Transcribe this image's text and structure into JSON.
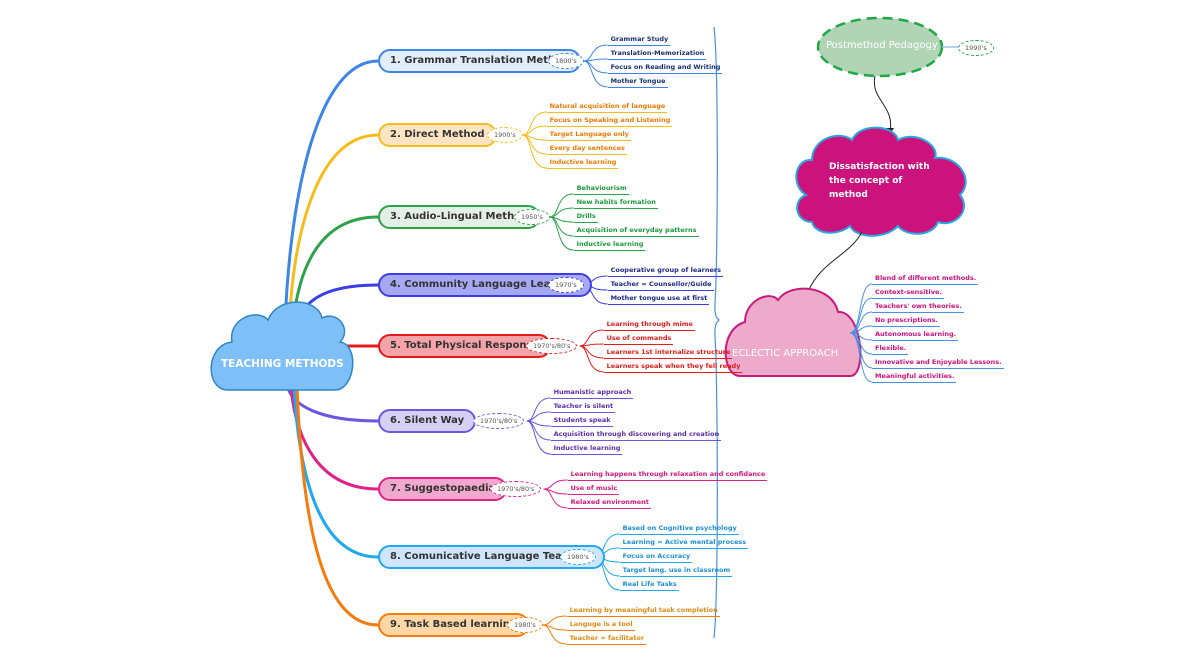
{
  "central": {
    "label": "TEACHING METHODS",
    "fill": "#7fbff8",
    "stroke": "#2f86c4"
  },
  "methods": [
    {
      "label": "1. Grammar Translation Method",
      "era": "1800's",
      "color": "#3d86e6",
      "fill": "#e3eefc",
      "items": [
        "Grammar Study",
        "Translation-Memorization",
        "Focus on Reading and Writing",
        "Mother Tongue"
      ],
      "item_color": "#1a2f6e"
    },
    {
      "label": "2. Direct Method",
      "era": "1900's",
      "color": "#f5bd1c",
      "fill": "#fde5c4",
      "items": [
        "Natural acquisition of language",
        "Focus on Speaking and Listening",
        "Target Language only",
        "Every day sentences",
        "Inductive learning"
      ],
      "item_color": "#f07a00"
    },
    {
      "label": "3. Audio-Lingual Method",
      "era": "1950's",
      "color": "#2ea24a",
      "fill": "#e4efe6",
      "items": [
        "Behaviourism",
        "New habits formation",
        "Drills",
        "Acquisition of everyday patterns",
        "Inductive learning"
      ],
      "item_color": "#1c9a3c"
    },
    {
      "label": "4. Community Language Learning",
      "era": "1970's",
      "color": "#3b3ee6",
      "fill": "#a6a8f4",
      "items": [
        "Cooperative group of learners",
        "Teacher = Counsellor/Guide",
        "Mother tongue use at first"
      ],
      "item_color": "#1d2a8a"
    },
    {
      "label": "5. Total Physical Response",
      "era": "1970's/80's",
      "color": "#e31b1b",
      "fill": "#f4a4a8",
      "items": [
        "Learning through mime",
        "Use of commands",
        "Learners 1st internalize structure",
        "Learners speak when they fell ready"
      ],
      "item_color": "#e31b1b"
    },
    {
      "label": "6. Silent Way",
      "era": "1970's/80's",
      "color": "#6c55e0",
      "fill": "#d5d0f4",
      "items": [
        "Humanistic approach",
        "Teacher is silent",
        "Students speak",
        "Acquisition through discovering and creation",
        "Inductive learning"
      ],
      "item_color": "#5b2ea8"
    },
    {
      "label": "7. Suggestopaedia",
      "era": "1970's/80's",
      "color": "#e0218a",
      "fill": "#f0a8cc",
      "items": [
        "Learning happens through relaxation and confidance",
        "Use of music",
        "Relaxed environment"
      ],
      "item_color": "#d4167a"
    },
    {
      "label": "8. Comunicative Language Teaching",
      "era": "1980's",
      "color": "#21a9ef",
      "fill": "#cfe5fb",
      "items": [
        "Based on Cognitive psychology",
        "Learning = Active mental process",
        "Focus on Accuracy",
        "Target lang. use in classroom",
        "Real Life Tasks"
      ],
      "item_color": "#1c8fd6"
    },
    {
      "label": "9. Task Based learning",
      "era": "1980's",
      "color": "#f57c0c",
      "fill": "#fdd7a6",
      "items": [
        "Learning by meaningful task completion",
        "Languge is a tool",
        "Teacher = facilitator"
      ],
      "item_color": "#e08a10"
    }
  ],
  "postmethod": {
    "label": "Postmethod Pedagogy",
    "era": "1990's",
    "fill": "#b0d4b4",
    "stroke": "#1fa845"
  },
  "dissatisfaction": {
    "lines": [
      "Dissatisfaction with",
      "the concept of",
      "method"
    ],
    "fill": "#cc127d",
    "stroke": "#29a8e0"
  },
  "eclectic": {
    "label": "ECLECTIC APPROACH",
    "fill": "#eeaacb",
    "stroke": "#c81a80",
    "items": [
      "Blend of different methods.",
      "Context-sensitive.",
      "Teachers' own theories.",
      "No prescriptions.",
      "Autonomous learning.",
      "Flexible.",
      "Innovative and Enjoyable Lessons.",
      "Meaningful activities."
    ],
    "item_color": "#cc127d",
    "line_color": "#4a90e2"
  }
}
